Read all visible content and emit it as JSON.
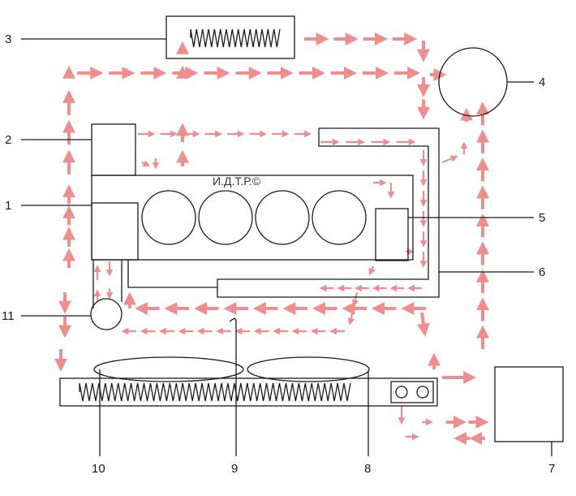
{
  "watermark": "И.Д.Т.Р.©",
  "labels": {
    "n1": "1",
    "n2": "2",
    "n3": "3",
    "n4": "4",
    "n5": "5",
    "n6": "6",
    "n7": "7",
    "n8": "8",
    "n9": "9",
    "n10": "10",
    "n11": "11"
  },
  "colors": {
    "flow": "#ee8f8f",
    "line": "#1a1a1a"
  }
}
